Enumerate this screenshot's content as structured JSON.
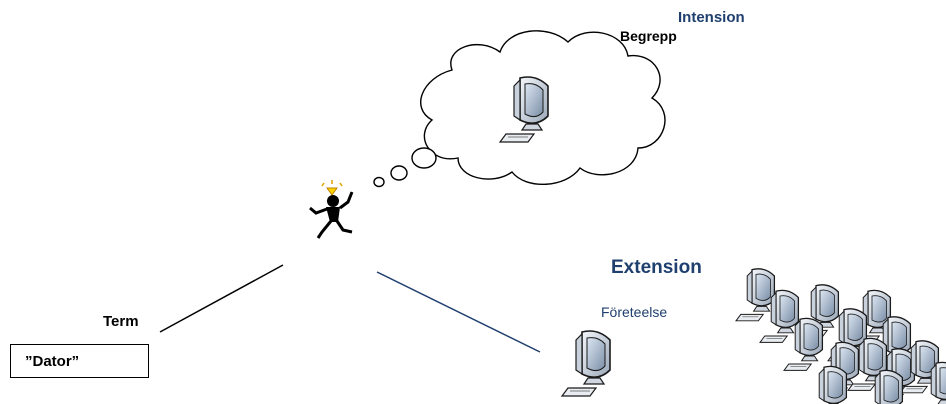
{
  "labels": {
    "intension": "Intension",
    "begrepp": "Begrepp",
    "extension": "Extension",
    "foreteelse": "Företeelse",
    "term": "Term",
    "term_value": "”Dator”"
  },
  "icons": {
    "thinker": "person-thinking-icon",
    "concept": "computer-icon",
    "referent": "computer-icon",
    "extension_set": "computer-icon"
  },
  "colors": {
    "heading_blue": "#1f3f6f",
    "line_blue": "#1f3f6f",
    "line_black": "#000000"
  }
}
